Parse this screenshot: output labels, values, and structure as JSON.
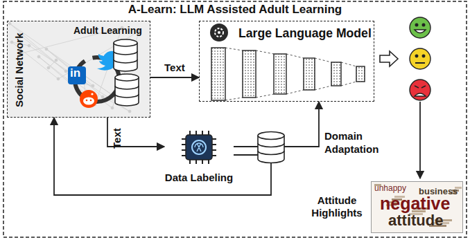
{
  "diagram": {
    "title": "A-Learn: LLM Assisted Adult Learning",
    "nodes": [
      {
        "text": [
          "Social Network",
          "Adult Learning"
        ]
      },
      {
        "text": [
          "Large Language Model"
        ]
      },
      {
        "text": [
          "Data Labeling"
        ]
      },
      {
        "text": [
          "Attitude Highlights"
        ]
      }
    ],
    "edges": [
      {
        "from": 0,
        "to": 1,
        "label": "Text",
        "arrow": "to"
      },
      {
        "from": 0,
        "to": 2,
        "label": "Text",
        "arrow": "to"
      },
      {
        "from": 2,
        "to": 1,
        "label": "Domain Adaptation",
        "arrow": "to"
      },
      {
        "from": 2,
        "to": 0,
        "arrow": "to"
      }
    ],
    "labels": [
      "in",
      "unhappy",
      "business",
      "negative",
      "attitude"
    ]
  }
}
